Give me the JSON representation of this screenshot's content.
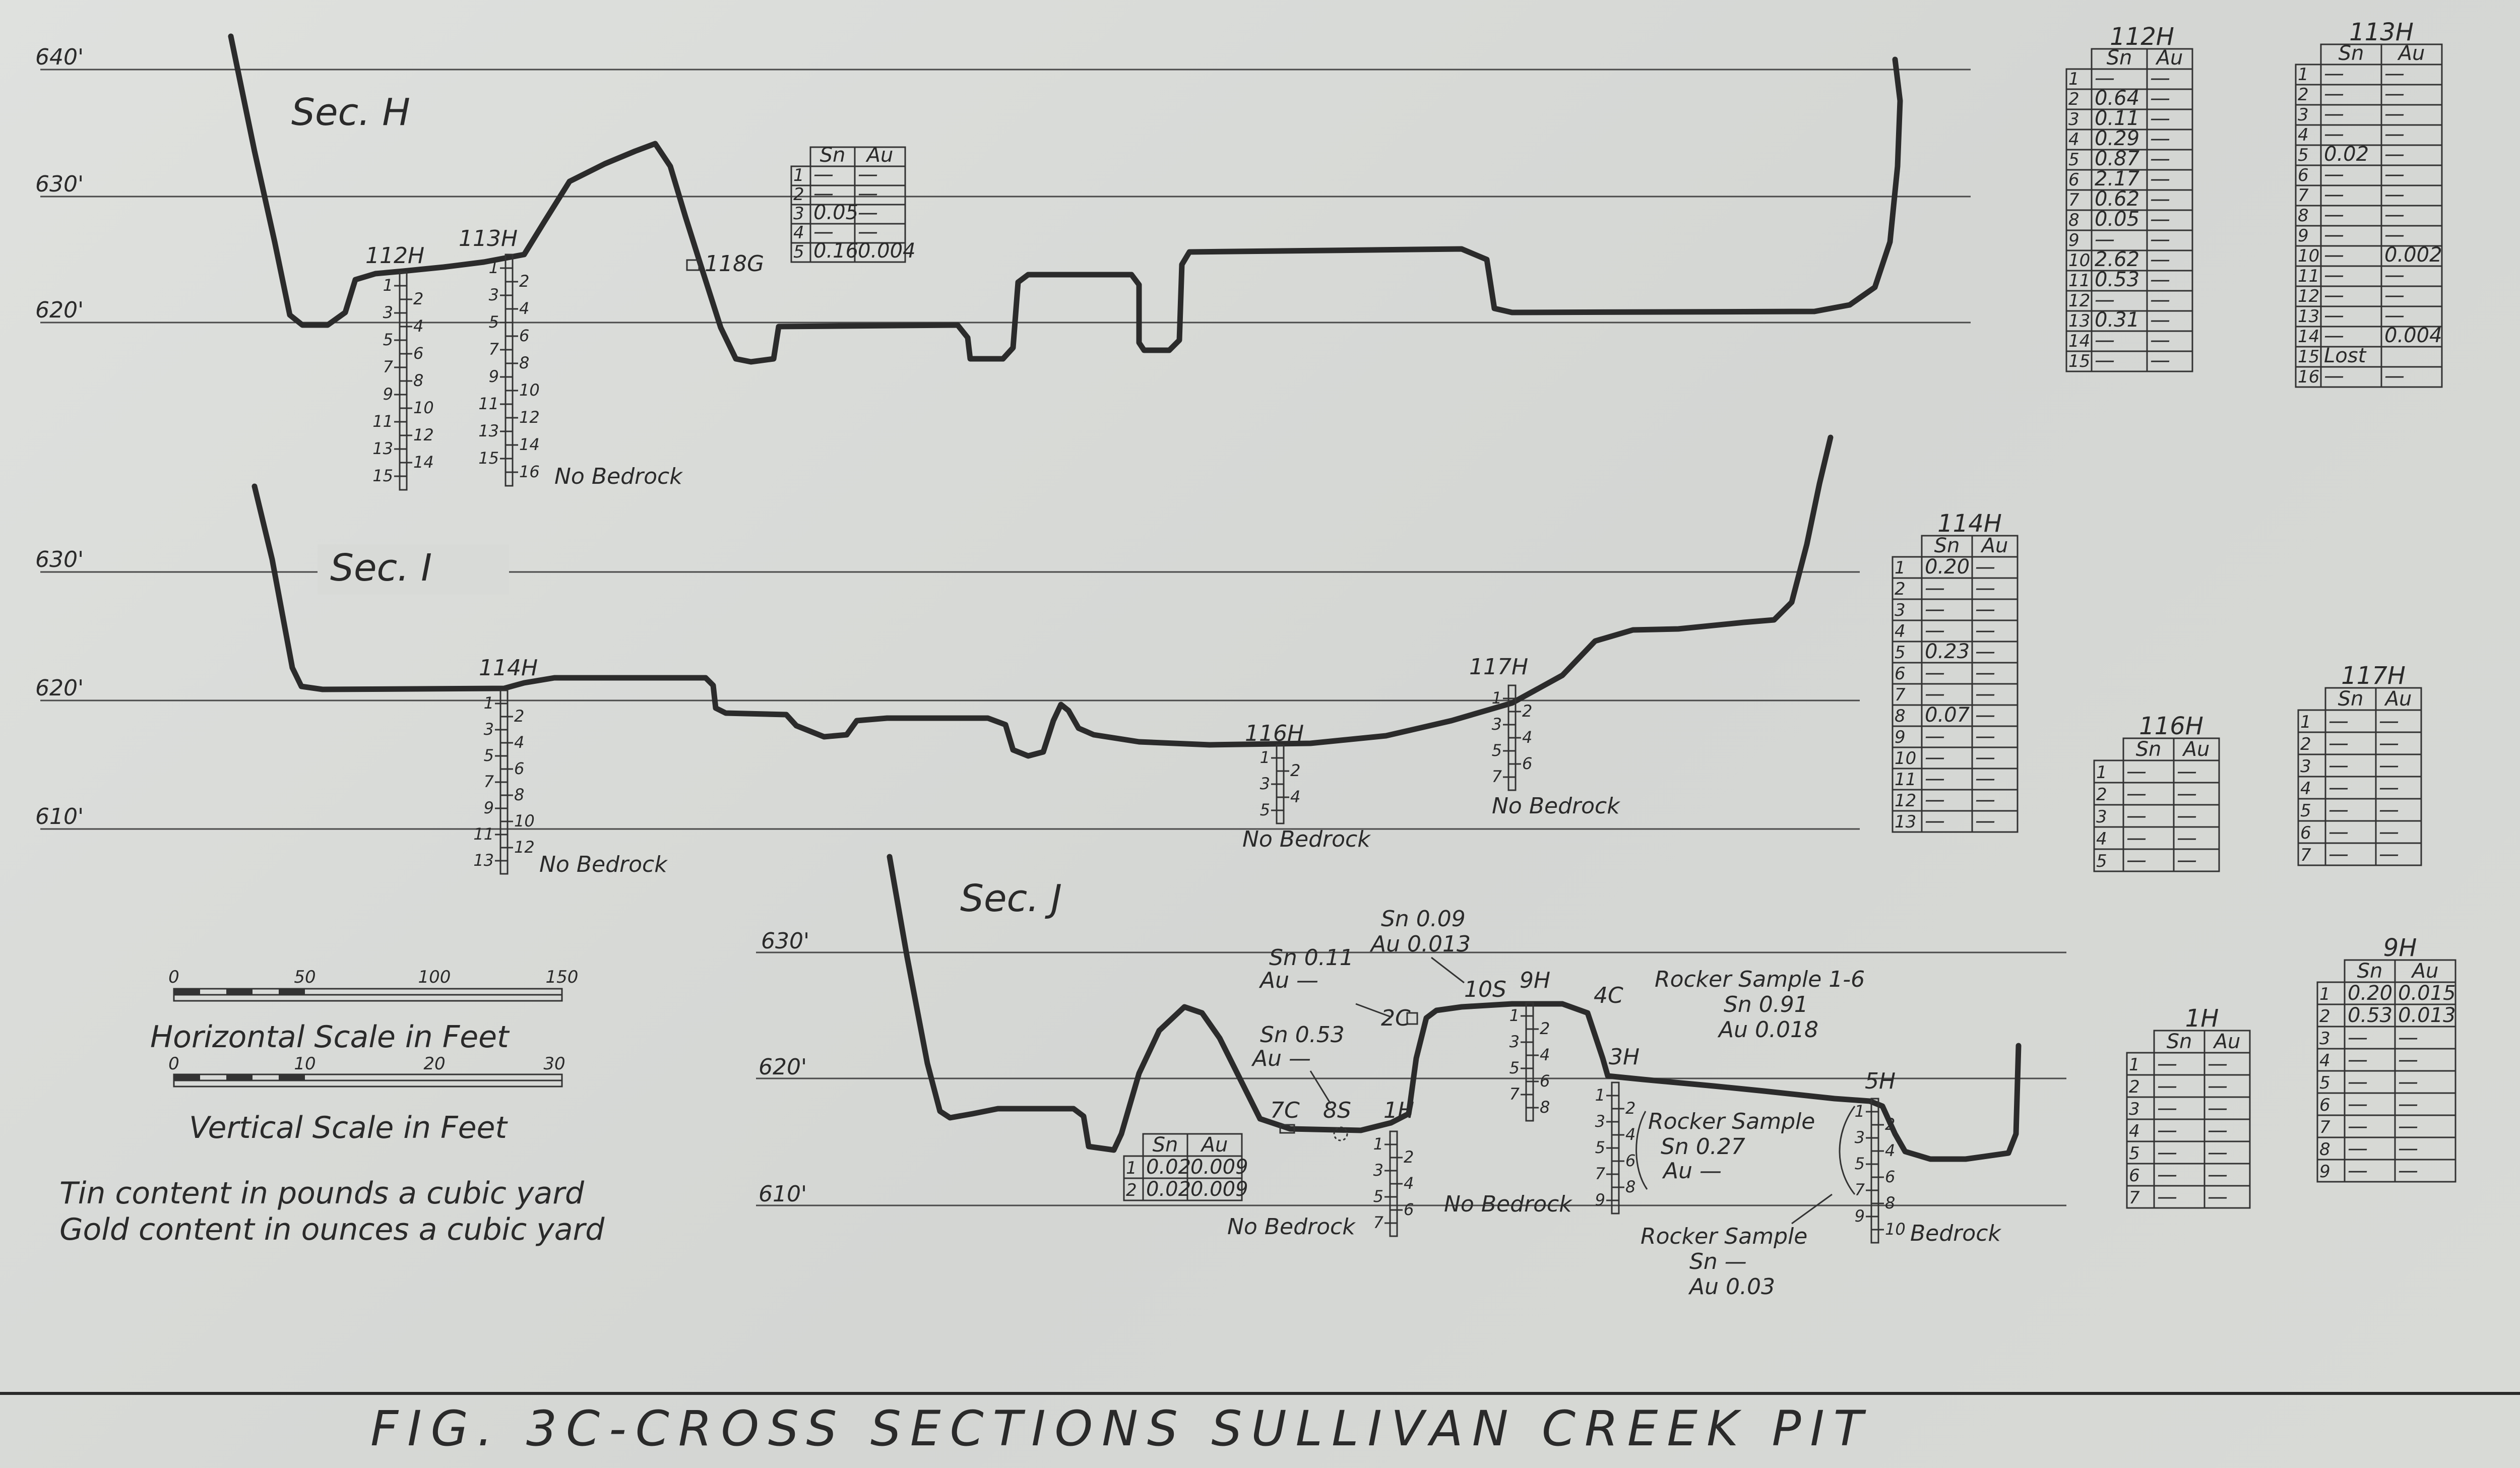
{
  "title": "FIG. 3C-CROSS SECTIONS SULLIVAN CREEK PIT",
  "sections": [
    {
      "name": "Sec. H",
      "elevations": [
        "640'",
        "630'",
        "620'"
      ]
    },
    {
      "name": "Sec. I",
      "elevations": [
        "630'",
        "620'",
        "610'"
      ]
    },
    {
      "name": "Sec. J",
      "elevations": [
        "630'",
        "620'",
        "610'"
      ]
    }
  ],
  "hole_labels": {
    "h112": "112H",
    "h113": "113H",
    "h118": "118G",
    "h114": "114H",
    "h116": "116H",
    "h117": "117H",
    "h9": "9H",
    "h4c": "4C",
    "h3": "3H",
    "h5": "5H",
    "h1": "1H",
    "h2c": "2C",
    "h10s": "10S",
    "h7c": "7C",
    "h8s": "8S"
  },
  "col_notes": {
    "no_bedrock": "No Bedrock",
    "bedrock": "Bedrock"
  },
  "annotations": {
    "sn011": "Sn 0.11",
    "au_dash1": "Au —",
    "sn009": "Sn 0.09",
    "au0013": "Au 0.013",
    "sn053": "Sn 0.53",
    "au_dash2": "Au —",
    "rocker1": "Rocker Sample 1-6",
    "rocker1_sn": "Sn 0.91",
    "rocker1_au": "Au 0.018",
    "rocker2": "Rocker Sample",
    "rocker2_sn": "Sn 0.27",
    "rocker2_au": "Au —",
    "rocker3": "Rocker Sample",
    "rocker3_sn": "Sn —",
    "rocker3_au": "Au 0.03"
  },
  "scales": {
    "horizontal_ticks": [
      "0",
      "50",
      "100",
      "150"
    ],
    "horizontal_label": "Horizontal Scale in Feet",
    "vertical_ticks": [
      "0",
      "10",
      "20",
      "30"
    ],
    "vertical_label": "Vertical Scale in Feet"
  },
  "notes": [
    "Tin content in pounds a cubic yard",
    "Gold content in ounces a cubic yard"
  ],
  "tables": {
    "t118g": {
      "headers": [
        "Sn",
        "Au"
      ],
      "rows": [
        [
          "1",
          "—",
          "—"
        ],
        [
          "2",
          "—",
          "—"
        ],
        [
          "3",
          "0.05",
          "—"
        ],
        [
          "4",
          "—",
          "—"
        ],
        [
          "5",
          "0.16",
          "0.004"
        ]
      ]
    },
    "t7c8s": {
      "headers": [
        "Sn",
        "Au"
      ],
      "rows": [
        [
          "1",
          "0.02",
          "0.009"
        ],
        [
          "2",
          "0.02",
          "0.009"
        ]
      ]
    },
    "t112h": {
      "title": "112H",
      "headers": [
        "Sn",
        "Au"
      ],
      "rows": [
        [
          "1",
          "—",
          "—"
        ],
        [
          "2",
          "0.64",
          "—"
        ],
        [
          "3",
          "0.11",
          "—"
        ],
        [
          "4",
          "0.29",
          "—"
        ],
        [
          "5",
          "0.87",
          "—"
        ],
        [
          "6",
          "2.17",
          "—"
        ],
        [
          "7",
          "0.62",
          "—"
        ],
        [
          "8",
          "0.05",
          "—"
        ],
        [
          "9",
          "—",
          "—"
        ],
        [
          "10",
          "2.62",
          "—"
        ],
        [
          "11",
          "0.53",
          "—"
        ],
        [
          "12",
          "—",
          "—"
        ],
        [
          "13",
          "0.31",
          "—"
        ],
        [
          "14",
          "—",
          "—"
        ],
        [
          "15",
          "—",
          "—"
        ]
      ]
    },
    "t113h": {
      "title": "113H",
      "headers": [
        "Sn",
        "Au"
      ],
      "rows": [
        [
          "1",
          "—",
          "—"
        ],
        [
          "2",
          "—",
          "—"
        ],
        [
          "3",
          "—",
          "—"
        ],
        [
          "4",
          "—",
          "—"
        ],
        [
          "5",
          "0.02",
          "—"
        ],
        [
          "6",
          "—",
          "—"
        ],
        [
          "7",
          "—",
          "—"
        ],
        [
          "8",
          "—",
          "—"
        ],
        [
          "9",
          "—",
          "—"
        ],
        [
          "10",
          "—",
          "0.002"
        ],
        [
          "11",
          "—",
          "—"
        ],
        [
          "12",
          "—",
          "—"
        ],
        [
          "13",
          "—",
          "—"
        ],
        [
          "14",
          "—",
          "0.004"
        ],
        [
          "15",
          "Lost",
          ""
        ],
        [
          "16",
          "—",
          "—"
        ]
      ]
    },
    "t114h": {
      "title": "114H",
      "headers": [
        "Sn",
        "Au"
      ],
      "rows": [
        [
          "1",
          "0.20",
          "—"
        ],
        [
          "2",
          "—",
          "—"
        ],
        [
          "3",
          "—",
          "—"
        ],
        [
          "4",
          "—",
          "—"
        ],
        [
          "5",
          "0.23",
          "—"
        ],
        [
          "6",
          "—",
          "—"
        ],
        [
          "7",
          "—",
          "—"
        ],
        [
          "8",
          "0.07",
          "—"
        ],
        [
          "9",
          "—",
          "—"
        ],
        [
          "10",
          "—",
          "—"
        ],
        [
          "11",
          "—",
          "—"
        ],
        [
          "12",
          "—",
          "—"
        ],
        [
          "13",
          "—",
          "—"
        ]
      ]
    },
    "t116h": {
      "title": "116H",
      "headers": [
        "Sn",
        "Au"
      ],
      "rows": [
        [
          "1",
          "—",
          "—"
        ],
        [
          "2",
          "—",
          "—"
        ],
        [
          "3",
          "—",
          "—"
        ],
        [
          "4",
          "—",
          "—"
        ],
        [
          "5",
          "—",
          "—"
        ]
      ]
    },
    "t117h": {
      "title": "117H",
      "headers": [
        "Sn",
        "Au"
      ],
      "rows": [
        [
          "1",
          "—",
          "—"
        ],
        [
          "2",
          "—",
          "—"
        ],
        [
          "3",
          "—",
          "—"
        ],
        [
          "4",
          "—",
          "—"
        ],
        [
          "5",
          "—",
          "—"
        ],
        [
          "6",
          "—",
          "—"
        ],
        [
          "7",
          "—",
          "—"
        ]
      ]
    },
    "t1h": {
      "title": "1H",
      "headers": [
        "Sn",
        "Au"
      ],
      "rows": [
        [
          "1",
          "—",
          "—"
        ],
        [
          "2",
          "—",
          "—"
        ],
        [
          "3",
          "—",
          "—"
        ],
        [
          "4",
          "—",
          "—"
        ],
        [
          "5",
          "—",
          "—"
        ],
        [
          "6",
          "—",
          "—"
        ],
        [
          "7",
          "—",
          "—"
        ]
      ]
    },
    "t9h": {
      "title": "9H",
      "headers": [
        "Sn",
        "Au"
      ],
      "rows": [
        [
          "1",
          "0.20",
          "0.015"
        ],
        [
          "2",
          "0.53",
          "0.013"
        ],
        [
          "3",
          "—",
          "—"
        ],
        [
          "4",
          "—",
          "—"
        ],
        [
          "5",
          "—",
          "—"
        ],
        [
          "6",
          "—",
          "—"
        ],
        [
          "7",
          "—",
          "—"
        ],
        [
          "8",
          "—",
          "—"
        ],
        [
          "9",
          "—",
          "—"
        ]
      ]
    }
  },
  "hole_columns": [
    {
      "id": "c112h",
      "left": [
        "1",
        "3",
        "5",
        "7",
        "9",
        "11",
        "13",
        "15"
      ],
      "right": [
        "2",
        "4",
        "6",
        "8",
        "10",
        "12",
        "14"
      ]
    },
    {
      "id": "c113h",
      "left": [
        "1",
        "3",
        "5",
        "7",
        "9",
        "11",
        "13",
        "15"
      ],
      "right": [
        "2",
        "4",
        "6",
        "8",
        "10",
        "12",
        "14",
        "16"
      ]
    },
    {
      "id": "c114h",
      "left": [
        "1",
        "3",
        "5",
        "7",
        "9",
        "11",
        "13"
      ],
      "right": [
        "2",
        "4",
        "6",
        "8",
        "10",
        "12"
      ]
    },
    {
      "id": "c116h",
      "left": [
        "1",
        "3",
        "5"
      ],
      "right": [
        "2",
        "4"
      ]
    },
    {
      "id": "c117h",
      "left": [
        "1",
        "3",
        "5",
        "7"
      ],
      "right": [
        "2",
        "4",
        "6"
      ]
    },
    {
      "id": "c9h",
      "left": [
        "1",
        "3",
        "5",
        "7"
      ],
      "right": [
        "2",
        "4",
        "6",
        "8"
      ]
    },
    {
      "id": "c1h",
      "left": [
        "1",
        "3",
        "5",
        "7"
      ],
      "right": [
        "2",
        "4",
        "6"
      ]
    },
    {
      "id": "c3h",
      "left": [
        "1",
        "3",
        "5",
        "7",
        "9"
      ],
      "right": [
        "2",
        "4",
        "6",
        "8"
      ]
    },
    {
      "id": "c5h",
      "left": [
        "1",
        "3",
        "5",
        "7",
        "9"
      ],
      "right": [
        "2",
        "4",
        "6",
        "8",
        "10"
      ]
    }
  ]
}
